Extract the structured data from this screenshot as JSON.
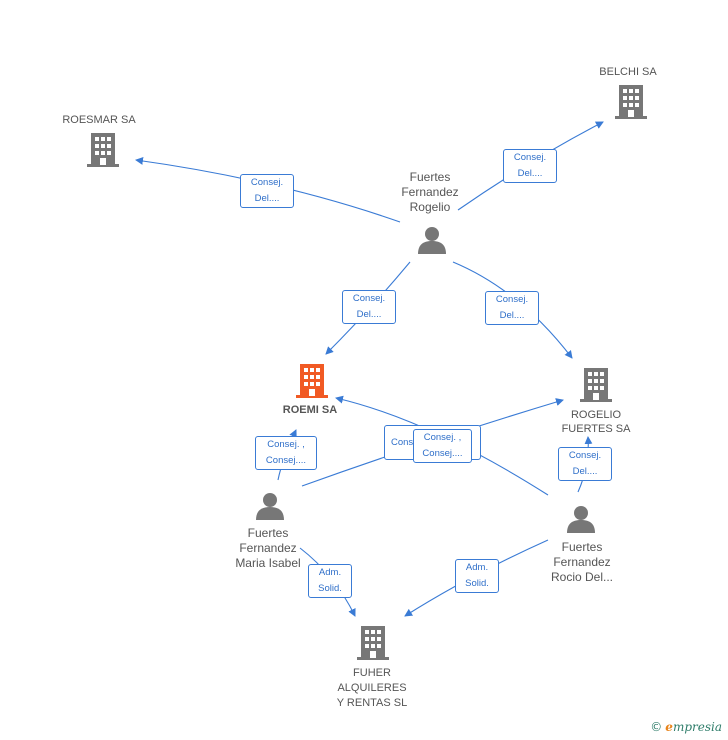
{
  "colors": {
    "edge": "#3a7bd5",
    "building": "#777777",
    "building_main": "#f15a24",
    "person": "#777777"
  },
  "companies": {
    "roesmar": {
      "label": "ROESMAR SA",
      "icon": "building-icon"
    },
    "belchi": {
      "label": "BELCHI SA",
      "icon": "building-icon"
    },
    "roemi": {
      "label": "ROEMI SA",
      "icon": "building-icon"
    },
    "rogelio_fuertes": {
      "label_line1": "ROGELIO",
      "label_line2": "FUERTES SA",
      "icon": "building-icon"
    },
    "fuher": {
      "label_line1": "FUHER",
      "label_line2": "ALQUILERES",
      "label_line3": "Y RENTAS SL",
      "icon": "building-icon"
    }
  },
  "people": {
    "rogelio": {
      "line1": "Fuertes",
      "line2": "Fernandez",
      "line3": "Rogelio",
      "icon": "person-icon"
    },
    "maria_isabel": {
      "line1": "Fuertes",
      "line2": "Fernandez",
      "line3": "Maria Isabel",
      "icon": "person-icon"
    },
    "rocio": {
      "line1": "Fuertes",
      "line2": "Fernandez",
      "line3": "Rocio Del...",
      "icon": "person-icon"
    }
  },
  "edges": {
    "rogelio_roesmar": {
      "line1": "Consej.",
      "line2": "Del...."
    },
    "rogelio_belchi": {
      "line1": "Consej.",
      "line2": "Del...."
    },
    "rogelio_roemi": {
      "line1": "Consej.",
      "line2": "Del...."
    },
    "rogelio_rogeliofsa": {
      "line1": "Consej.",
      "line2": "Del...."
    },
    "maria_roemi": {
      "line1": "Consej. ,",
      "line2": "Consej...."
    },
    "maria_rogeliofsa": {
      "line1": "Consej...."
    },
    "rocio_roemi": {
      "line1": "Consej. ,",
      "line2": "Consej...."
    },
    "rocio_rogeliofsa": {
      "line1": "Consej.",
      "line2": "Del...."
    },
    "maria_fuher": {
      "line1": "Adm.",
      "line2": "Solid."
    },
    "rocio_fuher": {
      "line1": "Adm.",
      "line2": "Solid."
    }
  },
  "brand": {
    "copyright": "©",
    "initial": "e",
    "rest": "mpresia"
  }
}
